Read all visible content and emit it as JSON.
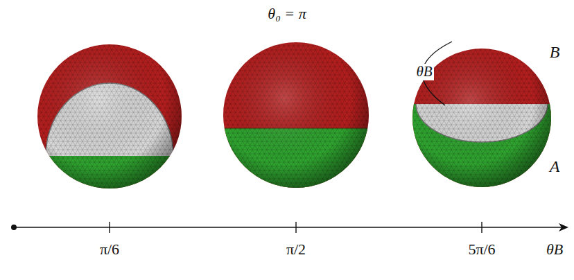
{
  "diagram": {
    "title": "θ₀ = π",
    "labels": [
      "B",
      "θB",
      "A",
      "π/6",
      "π/2",
      "5π/6",
      "θB"
    ]
  }
}
